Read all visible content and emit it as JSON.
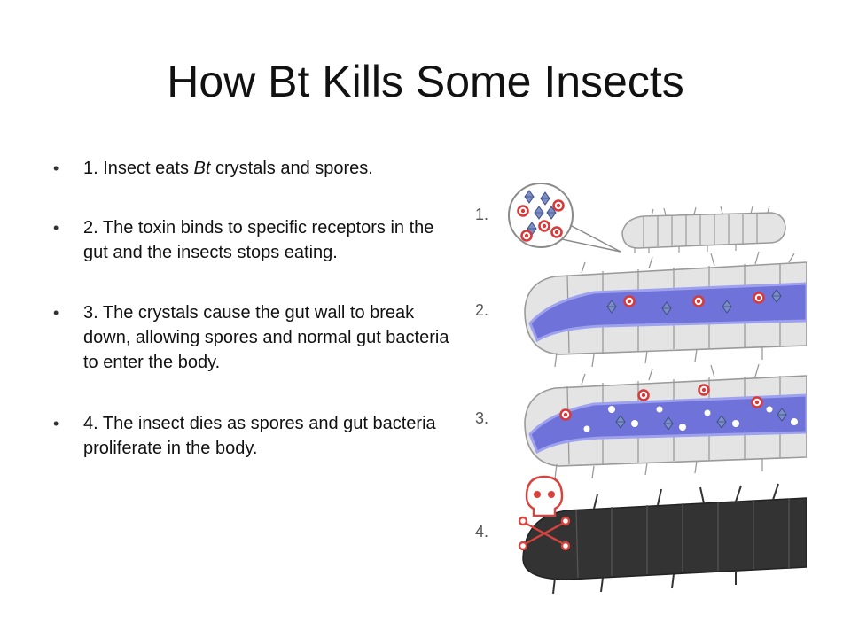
{
  "slide": {
    "title": "How Bt Kills Some Insects",
    "bullets": [
      {
        "prefix": "1. Insect eats ",
        "italic": "Bt",
        "suffix": " crystals and spores."
      },
      {
        "text": "2. The toxin binds to specific receptors in the gut and the insects stops eating."
      },
      {
        "text": "3. The crystals cause the gut wall to break down, allowing spores and normal gut bacteria to enter the body."
      },
      {
        "text": "4. The insect dies as spores and gut bacteria proliferate in the body."
      }
    ]
  },
  "figure": {
    "step_labels": [
      "1.",
      "2.",
      "3.",
      "4."
    ],
    "colors": {
      "body_light": "#e4e4e4",
      "outline": "#9a9a9a",
      "gut": "#6f72d9",
      "gut_edge": "#9ea2ee",
      "spore": "#d63a3a",
      "crystal": "#7b8fc6",
      "body_dead": "#333333",
      "skull": "#d9433e"
    }
  }
}
